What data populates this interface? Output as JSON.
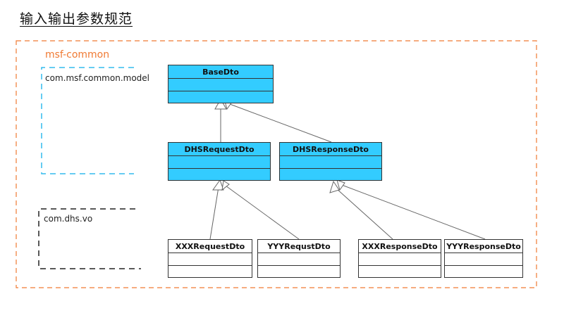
{
  "title": "输入输出参数规范",
  "module": {
    "name": "msf-common"
  },
  "packages": [
    {
      "name": "com.msf.common.model"
    },
    {
      "name": "com.dhs.vo"
    }
  ],
  "classes": {
    "base": "BaseDto",
    "dhs_request": "DHSRequestDto",
    "dhs_response": "DHSResponseDto",
    "xxx_request": "XXXRequestDto",
    "yyy_request": "YYYRequstDto",
    "xxx_response": "XXXResponseDto",
    "yyy_response": "YYYResponseDto"
  },
  "colors": {
    "module_border": "#f07a33",
    "model_package_border": "#33bbee",
    "vo_package_border": "#222222",
    "dto_fill": "#33ccff"
  }
}
